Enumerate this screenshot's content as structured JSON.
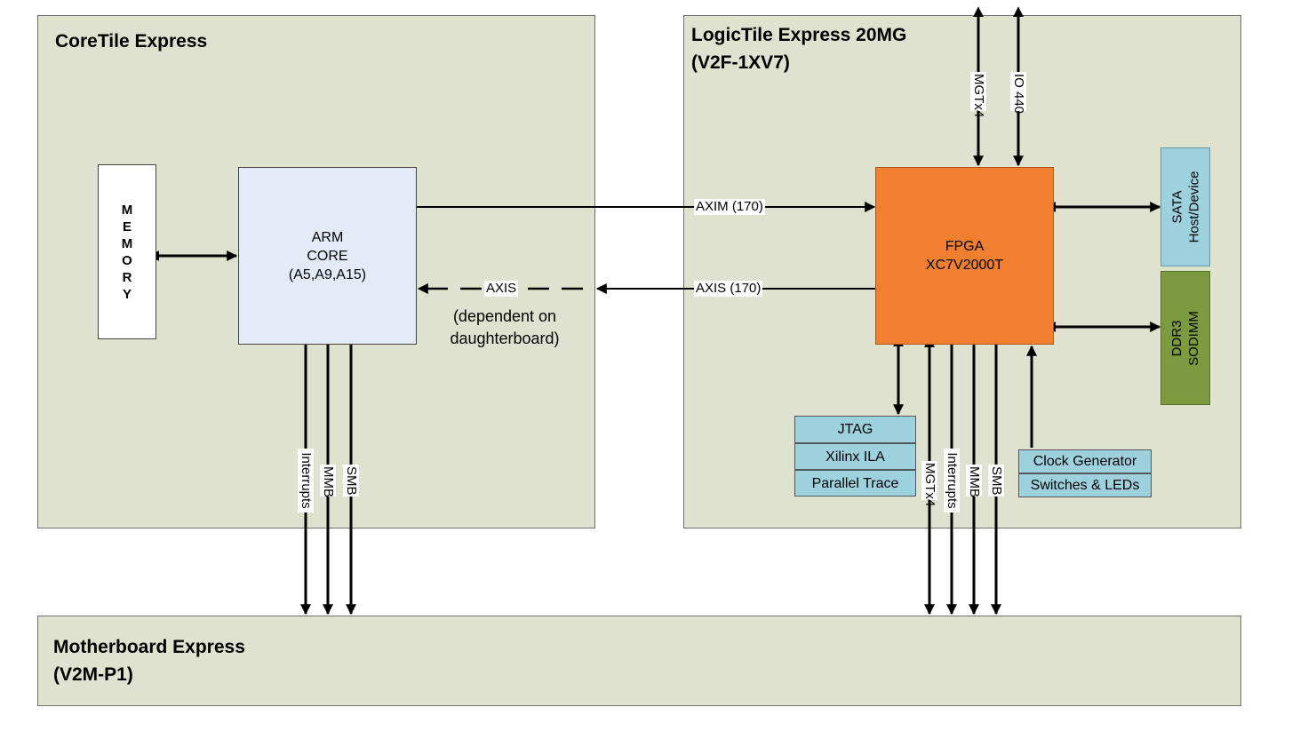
{
  "panels": {
    "coretile": "CoreTile Express",
    "logictile_line1": "LogicTile Express 20MG",
    "logictile_line2": "(V2F-1XV7)",
    "motherboard_line1": "Motherboard Express",
    "motherboard_line2": "(V2M-P1)"
  },
  "memory": {
    "letters": [
      "M",
      "E",
      "M",
      "O",
      "R",
      "Y"
    ]
  },
  "arm_core": {
    "line1": "ARM",
    "line2": "CORE",
    "line3": "(A5,A9,A15)"
  },
  "fpga": {
    "line1": "FPGA",
    "line2": "XC7V2000T"
  },
  "sata": {
    "line1": "SATA",
    "line2": "Host/Device"
  },
  "ddr3": {
    "line1": "DDR3",
    "line2": "SODIMM"
  },
  "debug_stack": [
    "JTAG",
    "Xilinx ILA",
    "Parallel Trace"
  ],
  "clock_stack": [
    "Clock Generator",
    "Switches & LEDs"
  ],
  "buses": {
    "axim": "AXIM (170)",
    "axis": "AXIS (170)",
    "axis_dashed": "AXIS",
    "dependent_line1": "(dependent on",
    "dependent_line2": "daughterboard)",
    "mgtx4": "MGTx4",
    "io440": "IO 440",
    "interrupts": "Interrupts",
    "mmb": "MMB",
    "smb": "SMB"
  },
  "colors": {
    "panel": "#dfe2cf",
    "arm_core": "#e3ebf6",
    "fpga": "#f08030",
    "light_blue": "#9ed1de",
    "ddr3": "#7c9b3e"
  }
}
